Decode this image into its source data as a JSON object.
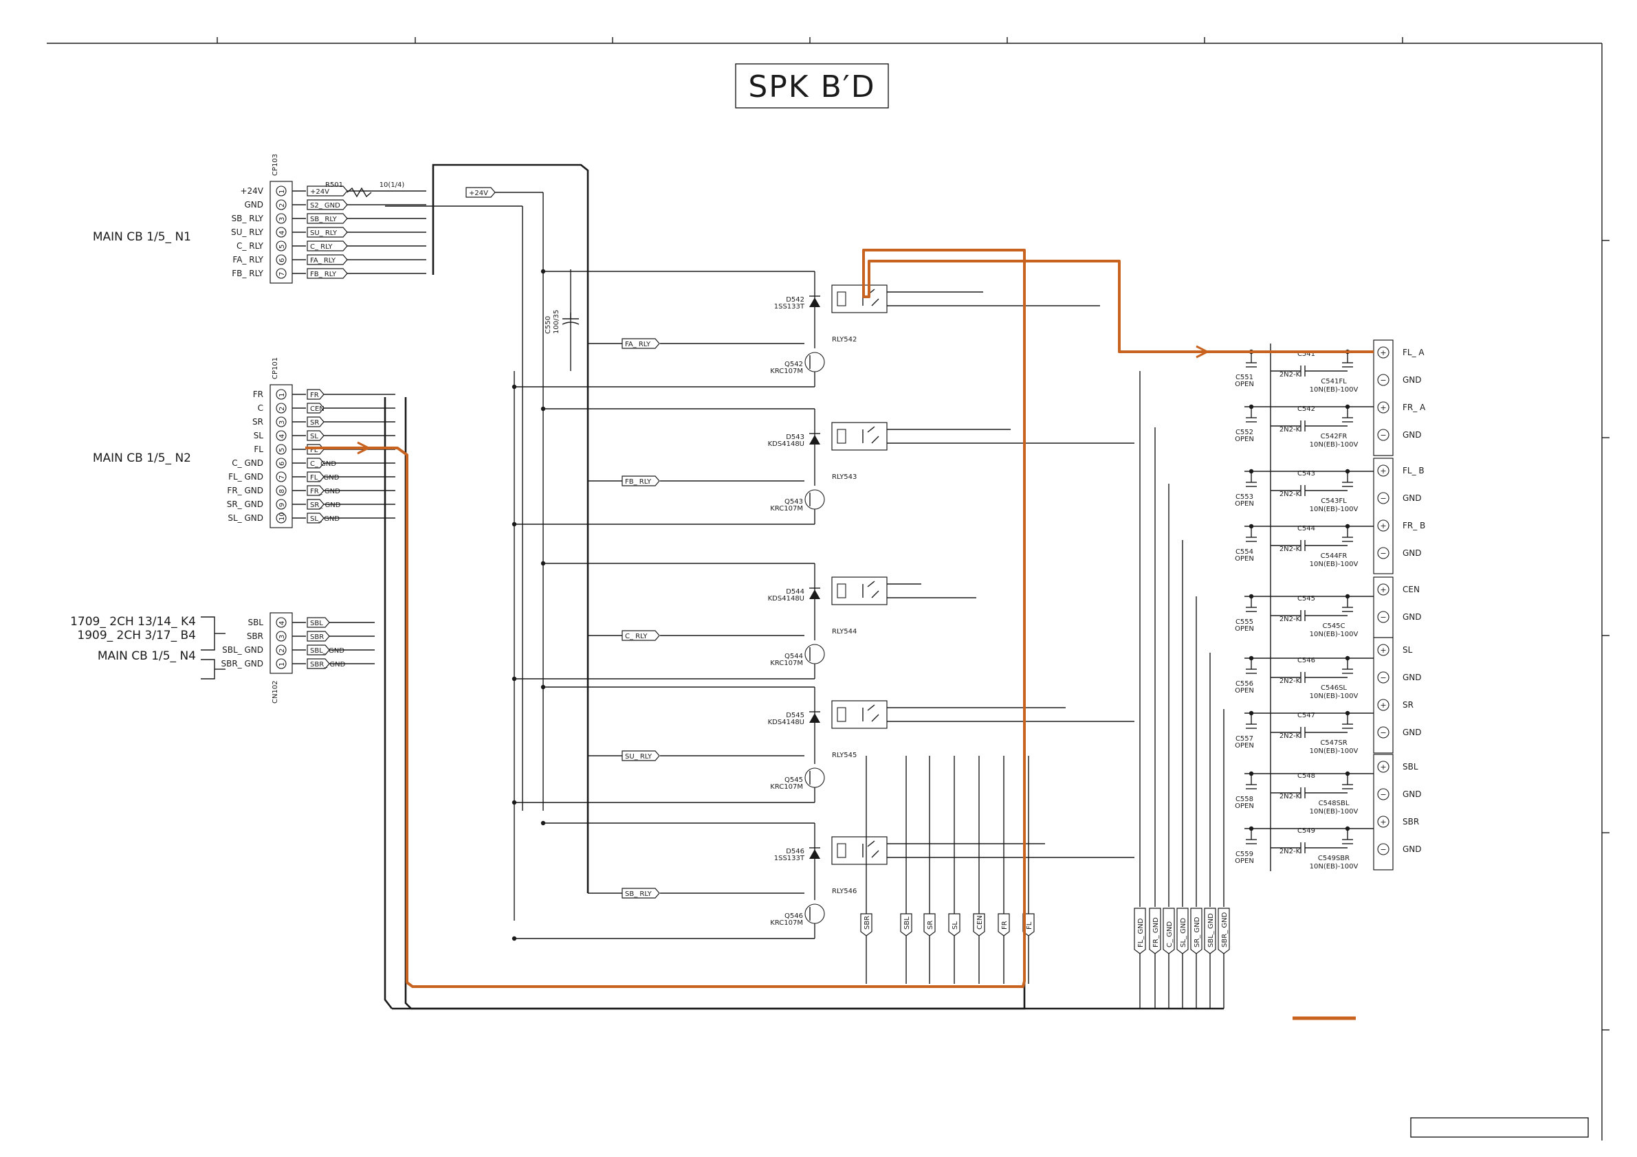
{
  "title": "SPK B′D",
  "connectors": {
    "cp103": {
      "ref": "CP103",
      "source": "MAIN CB 1/5_ N1",
      "pins": [
        {
          "num": "1",
          "label": "+24V",
          "tag": "+24V"
        },
        {
          "num": "2",
          "label": "GND",
          "tag": "S2_ GND"
        },
        {
          "num": "3",
          "label": "SB_ RLY",
          "tag": "SB_ RLY"
        },
        {
          "num": "4",
          "label": "SU_ RLY",
          "tag": "SU_ RLY"
        },
        {
          "num": "5",
          "label": "C_ RLY",
          "tag": "C_ RLY"
        },
        {
          "num": "6",
          "label": "FA_ RLY",
          "tag": "FA_ RLY"
        },
        {
          "num": "7",
          "label": "FB_ RLY",
          "tag": "FB_ RLY"
        }
      ]
    },
    "cp101": {
      "ref": "CP101",
      "source": "MAIN CB 1/5_ N2",
      "pins": [
        {
          "num": "1",
          "label": "FR",
          "tag": "FR"
        },
        {
          "num": "2",
          "label": "C",
          "tag": "CEN"
        },
        {
          "num": "3",
          "label": "SR",
          "tag": "SR"
        },
        {
          "num": "4",
          "label": "SL",
          "tag": "SL"
        },
        {
          "num": "5",
          "label": "FL",
          "tag": "FL"
        },
        {
          "num": "6",
          "label": "C_ GND",
          "tag": "C_ GND"
        },
        {
          "num": "7",
          "label": "FL_ GND",
          "tag": "FL_ GND"
        },
        {
          "num": "8",
          "label": "FR_ GND",
          "tag": "FR_ GND"
        },
        {
          "num": "9",
          "label": "SR_ GND",
          "tag": "SR_ GND"
        },
        {
          "num": "10",
          "label": "SL_ GND",
          "tag": "SL_ GND"
        }
      ]
    },
    "cn102": {
      "ref": "CN102",
      "sources": [
        "1709_ 2CH 13/14_ K4",
        "1909_ 2CH 3/17_ B4",
        "MAIN CB 1/5_ N4"
      ],
      "pins": [
        {
          "num": "4",
          "label": "SBL",
          "tag": "SBL"
        },
        {
          "num": "3",
          "label": "SBR",
          "tag": "SBR"
        },
        {
          "num": "2",
          "label": "SBL_ GND",
          "tag": "SBL_ GND"
        },
        {
          "num": "1",
          "label": "SBR_ GND",
          "tag": "SBR_ GND"
        }
      ]
    }
  },
  "resistor": {
    "ref": "R501",
    "value": "10(1/4)",
    "net": "+24V"
  },
  "electrolytic": {
    "ref": "C550",
    "value": "100/35"
  },
  "stages": [
    {
      "diode": "D542",
      "diode_part": "1SS133T",
      "q": "Q542",
      "q_part": "KRC107M",
      "relay": "RLY542",
      "ctrl": "FA_ RLY"
    },
    {
      "diode": "D543",
      "diode_part": "KDS4148U",
      "q": "Q543",
      "q_part": "KRC107M",
      "relay": "RLY543",
      "ctrl": "FB_ RLY"
    },
    {
      "diode": "D544",
      "diode_part": "KDS4148U",
      "q": "Q544",
      "q_part": "KRC107M",
      "relay": "RLY544",
      "ctrl": "C_ RLY"
    },
    {
      "diode": "D545",
      "diode_part": "KDS4148U",
      "q": "Q545",
      "q_part": "KRC107M",
      "relay": "RLY545",
      "ctrl": "SU_ RLY"
    },
    {
      "diode": "D546",
      "diode_part": "1SS133T",
      "q": "Q546",
      "q_part": "KRC107M",
      "relay": "RLY546",
      "ctrl": "SB_ RLY"
    }
  ],
  "bottom_tags": [
    "SBR",
    "SBL",
    "SR",
    "SL",
    "CEN",
    "FR",
    "FL"
  ],
  "gnd_tags": [
    "FL_ GND",
    "FR_ GND",
    "C_ GND",
    "SL_ GND",
    "SR_ GND",
    "SBL_ GND",
    "SBR_ GND"
  ],
  "filters": [
    {
      "open_ref": "C551",
      "open_val": "OPEN",
      "series_ref": "C541",
      "series_val": "2N2-K",
      "shunt_ref": "C541FL",
      "shunt_val": "10N(EB)-100V"
    },
    {
      "open_ref": "C552",
      "open_val": "OPEN",
      "series_ref": "C542",
      "series_val": "2N2-K",
      "shunt_ref": "C542FR",
      "shunt_val": "10N(EB)-100V"
    },
    {
      "open_ref": "C553",
      "open_val": "OPEN",
      "series_ref": "C543",
      "series_val": "2N2-K",
      "shunt_ref": "C543FL",
      "shunt_val": "10N(EB)-100V"
    },
    {
      "open_ref": "C554",
      "open_val": "OPEN",
      "series_ref": "C544",
      "series_val": "2N2-K",
      "shunt_ref": "C544FR",
      "shunt_val": "10N(EB)-100V"
    },
    {
      "open_ref": "C555",
      "open_val": "OPEN",
      "series_ref": "C545",
      "series_val": "2N2-K",
      "shunt_ref": "C545C",
      "shunt_val": "10N(EB)-100V"
    },
    {
      "open_ref": "C556",
      "open_val": "OPEN",
      "series_ref": "C546",
      "series_val": "2N2-K",
      "shunt_ref": "C546SL",
      "shunt_val": "10N(EB)-100V"
    },
    {
      "open_ref": "C557",
      "open_val": "OPEN",
      "series_ref": "C547",
      "series_val": "2N2-K",
      "shunt_ref": "C547SR",
      "shunt_val": "10N(EB)-100V"
    },
    {
      "open_ref": "C558",
      "open_val": "OPEN",
      "series_ref": "C548",
      "series_val": "2N2-K",
      "shunt_ref": "C548SBL",
      "shunt_val": "10N(EB)-100V"
    },
    {
      "open_ref": "C559",
      "open_val": "OPEN",
      "series_ref": "C549",
      "series_val": "2N2-K",
      "shunt_ref": "C549SBR",
      "shunt_val": "10N(EB)-100V"
    }
  ],
  "terminals": [
    [
      {
        "sym": "+",
        "label": "FL_ A"
      },
      {
        "sym": "−",
        "label": "GND"
      },
      {
        "sym": "+",
        "label": "FR_ A"
      },
      {
        "sym": "−",
        "label": "GND"
      }
    ],
    [
      {
        "sym": "+",
        "label": "FL_ B"
      },
      {
        "sym": "−",
        "label": "GND"
      },
      {
        "sym": "+",
        "label": "FR_ B"
      },
      {
        "sym": "−",
        "label": "GND"
      }
    ],
    [
      {
        "sym": "+",
        "label": "CEN"
      },
      {
        "sym": "−",
        "label": "GND"
      }
    ],
    [
      {
        "sym": "+",
        "label": "SL"
      },
      {
        "sym": "−",
        "label": "GND"
      },
      {
        "sym": "+",
        "label": "SR"
      },
      {
        "sym": "−",
        "label": "GND"
      }
    ],
    [
      {
        "sym": "+",
        "label": "SBL"
      },
      {
        "sym": "−",
        "label": "GND"
      },
      {
        "sym": "+",
        "label": "SBR"
      },
      {
        "sym": "−",
        "label": "GND"
      }
    ]
  ],
  "colors": {
    "line": "#1a1a1a",
    "highlight": "#c8621f",
    "background": "#ffffff"
  }
}
